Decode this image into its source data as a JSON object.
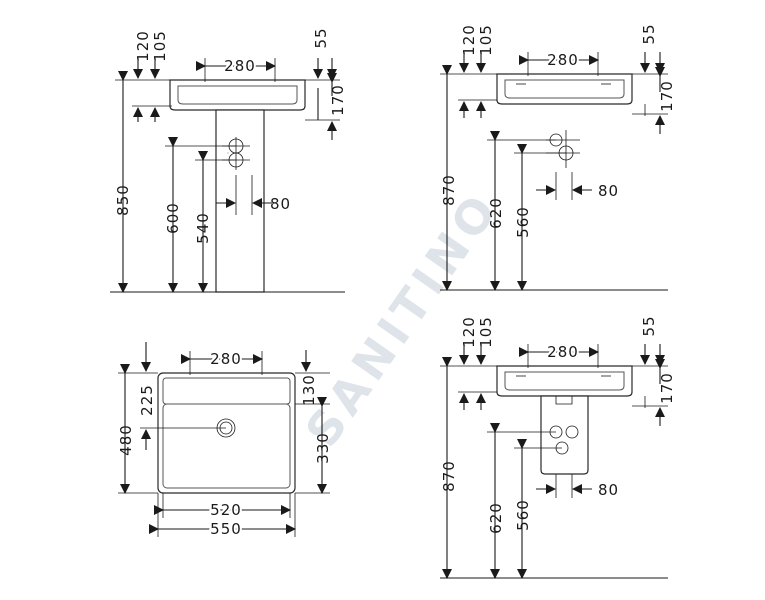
{
  "watermark": "SANITINO",
  "views": {
    "pedestal": {
      "d120": "120",
      "d105": "105",
      "d280": "280",
      "d55": "55",
      "d170": "170",
      "d850": "850",
      "d600": "600",
      "d540": "540",
      "d80": "80"
    },
    "wall": {
      "d120": "120",
      "d105": "105",
      "d280": "280",
      "d55": "55",
      "d170": "170",
      "d870": "870",
      "d620": "620",
      "d560": "560",
      "d80": "80"
    },
    "plan": {
      "d280": "280",
      "d225": "225",
      "d130": "130",
      "d480": "480",
      "d330": "330",
      "d520": "520",
      "d550": "550"
    },
    "semi": {
      "d120": "120",
      "d105": "105",
      "d280": "280",
      "d55": "55",
      "d170": "170",
      "d870": "870",
      "d620": "620",
      "d560": "560",
      "d80": "80"
    }
  }
}
